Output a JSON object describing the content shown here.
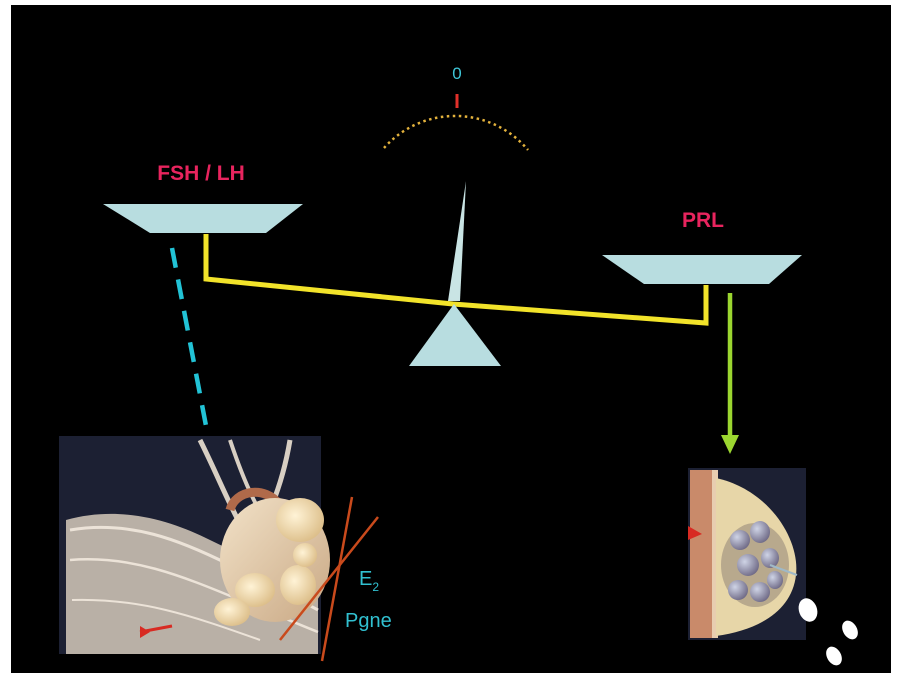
{
  "scale": {
    "zero_label": "0"
  },
  "left_pan": {
    "label": "FSH / LH"
  },
  "right_pan": {
    "label": "PRL"
  },
  "ovary_panel": {
    "e2_base": "E",
    "e2_sub": "2",
    "pgne_label": "Pgne"
  },
  "colors": {
    "background": "#000000",
    "pan_fill": "#b8dde0",
    "beam": "#f2e32a",
    "label_hormone": "#e8245e",
    "scale_arc": "#e3b23c",
    "zero_tick": "#e0302a",
    "zero_text": "#3fc7d8",
    "left_arrow": "#22c3d6",
    "right_arrow": "#9bd630",
    "cross_lines": "#c94a1c",
    "steroid_text": "#31c0d0"
  }
}
